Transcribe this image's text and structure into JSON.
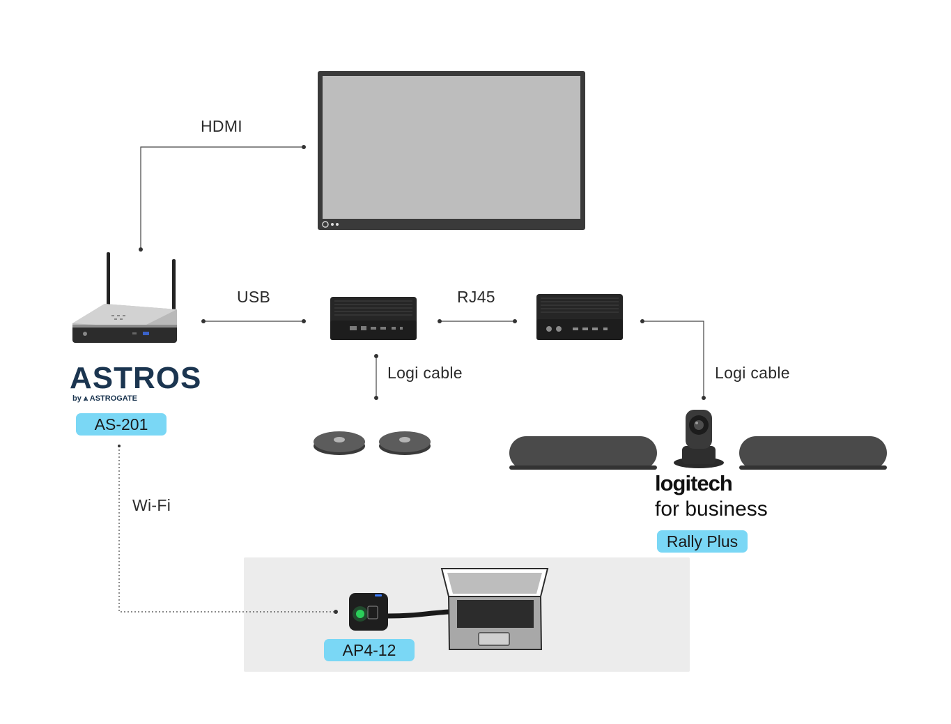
{
  "connections": {
    "hdmi": "HDMI",
    "usb": "USB",
    "rj45": "RJ45",
    "logi_cable_left": "Logi cable",
    "logi_cable_right": "Logi cable",
    "wifi": "Wi-Fi"
  },
  "devices": {
    "astros_model": "AS-201",
    "rally_model": "Rally Plus",
    "dongle_model": "AP4-12"
  },
  "brands": {
    "astros": "ASTROS",
    "astros_sub": "by ⩓ ASTROGATE",
    "logitech": "logitech",
    "logitech_sub": "for business"
  },
  "colors": {
    "pill": "#7ad7f5",
    "screen": "#bdbdbd",
    "device_dark": "#2a2a2a",
    "speaker": "#4a4a4a",
    "area": "#ececec"
  }
}
